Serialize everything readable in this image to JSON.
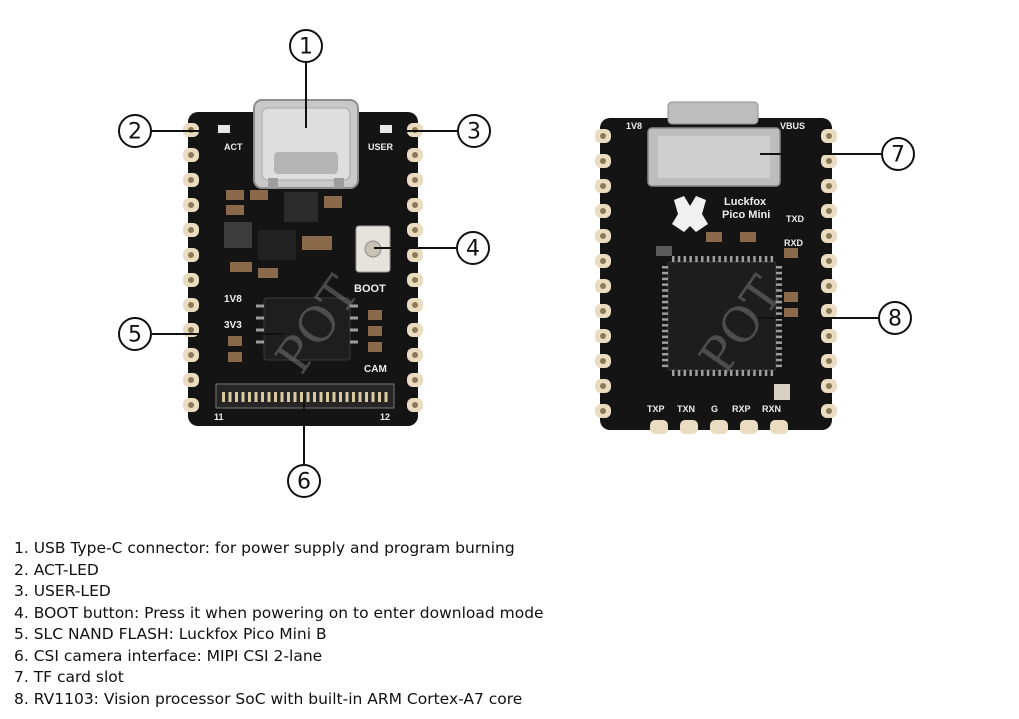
{
  "callouts": [
    "1",
    "2",
    "3",
    "4",
    "5",
    "6",
    "7",
    "8"
  ],
  "front_silk": {
    "act": "ACT",
    "user": "USER",
    "boot": "BOOT",
    "v18": "1V8",
    "v33": "3V3",
    "cam": "CAM",
    "pin11": "11",
    "pin12": "12"
  },
  "back_silk": {
    "v18": "1V8",
    "vbus": "VBUS",
    "brand_line1": "Luckfox",
    "brand_line2": "Pico Mini",
    "txd": "TXD",
    "rxd": "RXD",
    "txp": "TXP",
    "txn": "TXN",
    "g": "G",
    "rxp": "RXP",
    "rxn": "RXN"
  },
  "watermark": "POT",
  "legend": [
    "1. USB Type-C connector: for power supply and program burning",
    "2. ACT-LED",
    "3. USER-LED",
    "4. BOOT button: Press it when powering on to enter download mode",
    "5. SLC NAND FLASH: Luckfox Pico Mini B",
    "6. CSI camera interface: MIPI CSI 2-lane",
    "7. TF card slot",
    "8. RV1103: Vision processor SoC with built-in ARM Cortex-A7 core"
  ]
}
